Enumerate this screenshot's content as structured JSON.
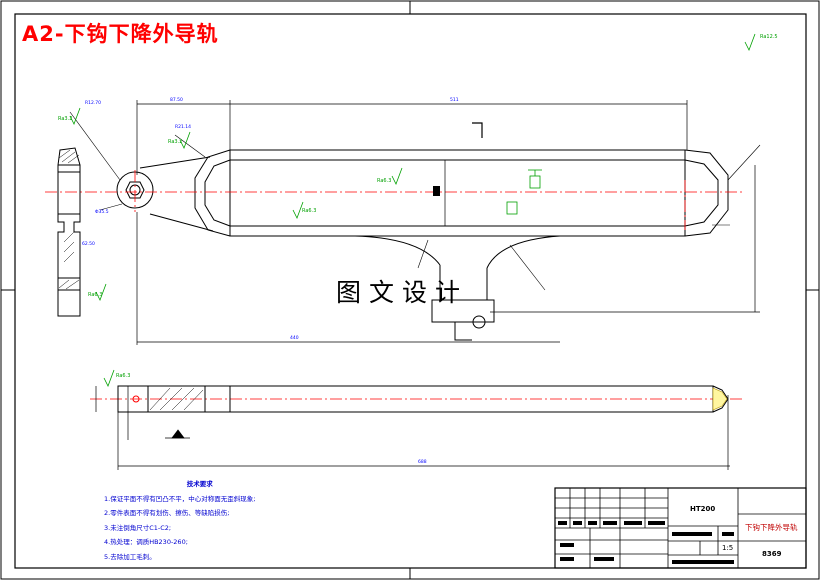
{
  "drawing": {
    "title": "A2-下钩下降外导轨",
    "watermark": "图文设计",
    "notes": {
      "heading": "技术要求",
      "items": [
        "1.保证平面不得有凹凸不平，中心对称面无歪斜现象;",
        "2.零件表面不得有划伤、擦伤、等缺陷损伤;",
        "3.未注倒角尺寸C1-C2;",
        "4.热处理：调质HB230-260;",
        "5.去除加工毛刺。"
      ]
    },
    "title_block": {
      "part_name": "下钩下降外导轨",
      "material": "HT200",
      "scale": "1:5",
      "code": "8369"
    }
  },
  "colors": {
    "outline": "#000000",
    "centerline": "#ff0000",
    "dimension": "#0000ff",
    "annotation": "#00a000",
    "hatch": "#000000",
    "title": "#ff0000"
  }
}
